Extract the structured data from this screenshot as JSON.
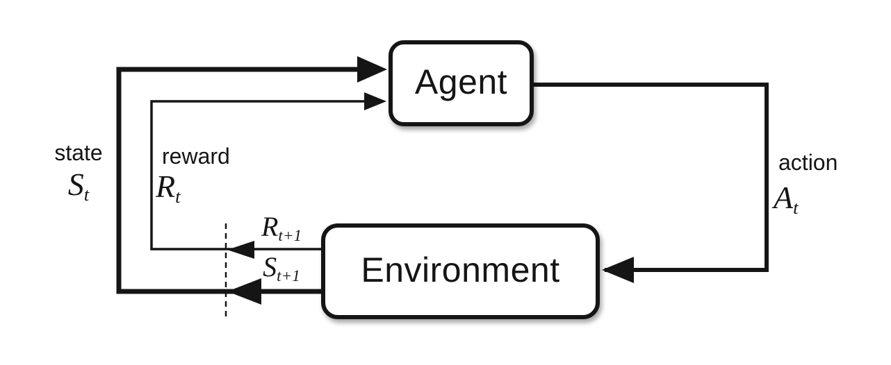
{
  "nodes": {
    "agent": {
      "label": "Agent"
    },
    "environment": {
      "label": "Environment"
    }
  },
  "edges": {
    "state": {
      "word": "state",
      "symbol": {
        "base": "S",
        "sub": "t"
      }
    },
    "reward": {
      "word": "reward",
      "symbol": {
        "base": "R",
        "sub": "t"
      }
    },
    "action": {
      "word": "action",
      "symbol": {
        "base": "A",
        "sub": "t"
      }
    },
    "next_reward": {
      "symbol": {
        "base": "R",
        "sub": "t+1"
      }
    },
    "next_state": {
      "symbol": {
        "base": "S",
        "sub": "t+1"
      }
    }
  },
  "colors": {
    "ink": "#151515",
    "node_fill": "#ffffff",
    "background": "#ffffff"
  }
}
